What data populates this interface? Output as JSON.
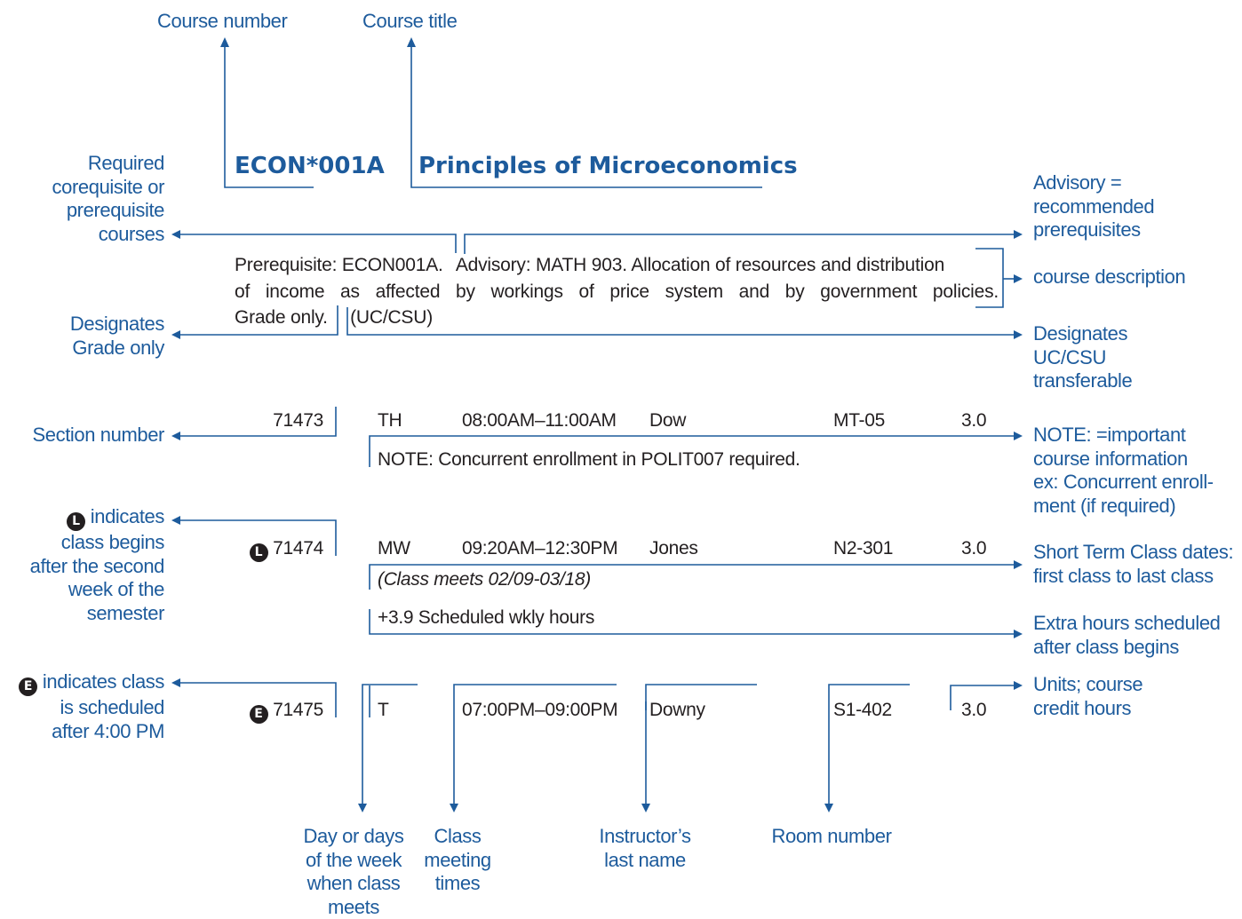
{
  "header": {
    "course_number": "ECON*001A",
    "course_title": "Principles of Microeconomics"
  },
  "description": {
    "prerequisite": "Prerequisite: ECON001A.",
    "advisory": "Advisory: MATH 903.",
    "line1_rest": "Allocation of resources and distribution",
    "line2": "of income as affected by workings of price system and by government policies.",
    "grade": "Grade only.",
    "transfer": "(UC/CSU)"
  },
  "sections": [
    {
      "badge": "",
      "number": "71473",
      "days": "TH",
      "time": "08:00AM–11:00AM",
      "instructor": "Dow",
      "room": "MT-05",
      "units": "3.0",
      "note": "NOTE: Concurrent enrollment in POLIT007 required."
    },
    {
      "badge": "L",
      "number": "71474",
      "days": "MW",
      "time": "09:20AM–12:30PM",
      "instructor": "Jones",
      "room": "N2-301",
      "units": "3.0",
      "dates": "(Class meets 02/09-03/18)",
      "extra": "+3.9 Scheduled wkly hours"
    },
    {
      "badge": "E",
      "number": "71475",
      "days": "T",
      "time": "07:00PM–09:00PM",
      "instructor": "Downy",
      "room": "S1-402",
      "units": "3.0"
    }
  ],
  "callouts": {
    "course_number": "Course number",
    "course_title": "Course title",
    "required_coreq": [
      "Required",
      "corequisite or",
      "prerequisite",
      "courses"
    ],
    "advisory": [
      "Advisory =",
      "recommended",
      "prerequisites"
    ],
    "course_description": "course description",
    "grade_only": [
      "Designates",
      "Grade only"
    ],
    "uc_csu": [
      "Designates",
      "UC/CSU",
      "transferable"
    ],
    "section_number": "Section number",
    "note": [
      "NOTE: =important",
      "course information",
      "ex: Concurrent enroll-",
      "ment (if required)"
    ],
    "l_badge": "L",
    "l_indicator": [
      "indicates",
      "class begins",
      "after the second",
      "week of the",
      "semester"
    ],
    "short_term": [
      "Short Term Class dates:",
      "first class to last class"
    ],
    "extra_hours": [
      "Extra hours scheduled",
      "after class begins"
    ],
    "e_badge": "E",
    "e_indicator": [
      "indicates class",
      "is scheduled",
      "after 4:00 PM"
    ],
    "units": [
      "Units; course",
      "credit hours"
    ],
    "days": [
      "Day or days",
      "of the week",
      "when class",
      "meets"
    ],
    "times": [
      "Class",
      "meeting",
      "times"
    ],
    "instructor": [
      "Instructor’s",
      "last name"
    ],
    "room": "Room number"
  },
  "colors": {
    "accent": "#1d5b9c",
    "text": "#231f20"
  }
}
